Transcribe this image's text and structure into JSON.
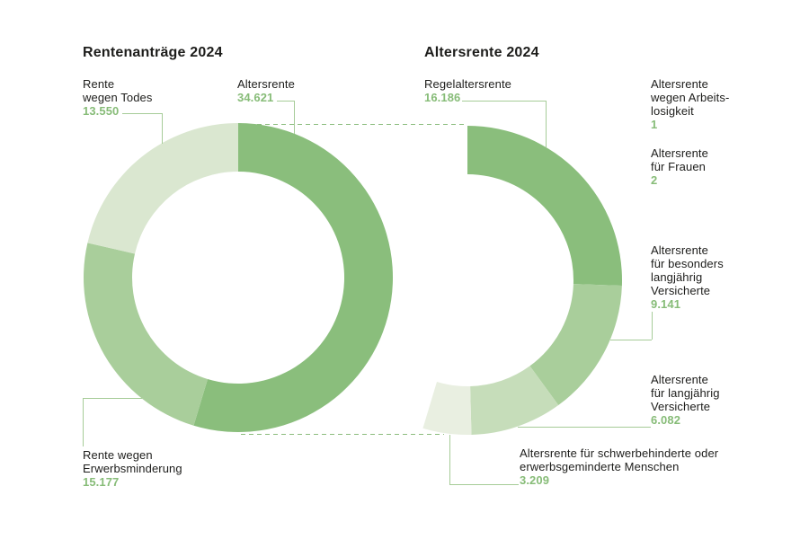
{
  "titles": {
    "left": "Rentenanträge 2024",
    "right": "Altersrente 2024"
  },
  "colors": {
    "green_100": "#8abe7c",
    "green_80": "#a9ce9b",
    "green_60": "#c6ddba",
    "green_50": "#dae7d0",
    "green_40": "#e9efe1",
    "value_text": "#87bc78",
    "connector_line": "#a6cc98",
    "dashed_line": "#8cbd7e",
    "label_text": "#1d1d1b",
    "background": "#ffffff"
  },
  "chart_data": [
    {
      "type": "pie",
      "variant": "donut",
      "title": "Rentenanträge 2024",
      "full_circle_value": 63348,
      "start_angle_deg": 0,
      "direction": "clockwise-from-top",
      "segments": [
        {
          "id": "altersrente",
          "label": "Altersrente",
          "value": 34621,
          "display": "34.621",
          "color": "#8abe7c"
        },
        {
          "id": "erwerbsminderung",
          "label": "Rente wegen Erwerbsminderung",
          "value": 15177,
          "display": "15.177",
          "color": "#a9ce9b"
        },
        {
          "id": "todes",
          "label": "Rente wegen Todes",
          "value": 13550,
          "display": "13.550",
          "color": "#dae7d0"
        }
      ]
    },
    {
      "type": "pie",
      "variant": "partial-donut-breakdown-of-altersrente",
      "title": "Altersrente 2024",
      "full_circle_value": 63348,
      "start_angle_deg": 0,
      "direction": "clockwise-from-top",
      "segments": [
        {
          "id": "regelaltersrente",
          "label": "Regelaltersrente",
          "value": 16186,
          "display": "16.186",
          "color": "#8abe7c"
        },
        {
          "id": "arbeitslosigkeit",
          "label": "Altersrente wegen Arbeitslosigkeit",
          "value": 1,
          "display": "1",
          "color": "#8abe7c"
        },
        {
          "id": "frauen",
          "label": "Altersrente für Frauen",
          "value": 2,
          "display": "2",
          "color": "#8abe7c"
        },
        {
          "id": "besonders-langjaehrig",
          "label": "Altersrente für besonders langjährig Versicherte",
          "value": 9141,
          "display": "9.141",
          "color": "#a9ce9b"
        },
        {
          "id": "langjaehrig",
          "label": "Altersrente für langjährig Versicherte",
          "value": 6082,
          "display": "6.082",
          "color": "#c6ddba"
        },
        {
          "id": "schwerbehinderte",
          "label": "Altersrente für schwerbehinderte oder erwerbsgeminderte Menschen",
          "value": 3209,
          "display": "3.209",
          "color": "#e9efe1"
        }
      ]
    }
  ],
  "annotations": [
    {
      "id": "todes",
      "label": "Rente\nwegen Todes",
      "value": "13.550"
    },
    {
      "id": "altersrente",
      "label": "Altersrente",
      "value": "34.621"
    },
    {
      "id": "erwerbsminderung",
      "label": "Rente wegen\nErwerbsminderung",
      "value": "15.177"
    },
    {
      "id": "regelaltersrente",
      "label": "Regelaltersrente",
      "value": "16.186"
    },
    {
      "id": "arbeitslosigkeit",
      "label": "Altersrente\nwegen Arbeits-\nlosigkeit",
      "value": "1"
    },
    {
      "id": "frauen",
      "label": "Altersrente\nfür Frauen",
      "value": "2"
    },
    {
      "id": "besonders",
      "label": "Altersrente\nfür besonders\nlangjährig\nVersicherte",
      "value": "9.141"
    },
    {
      "id": "langjaehrig",
      "label": "Altersrente\nfür langjährig\nVersicherte",
      "value": "6.082"
    },
    {
      "id": "schwerbehinderte",
      "label": "Altersrente für schwerbehinderte oder\nerwerbsgeminderte Menschen",
      "value": "3.209"
    }
  ]
}
